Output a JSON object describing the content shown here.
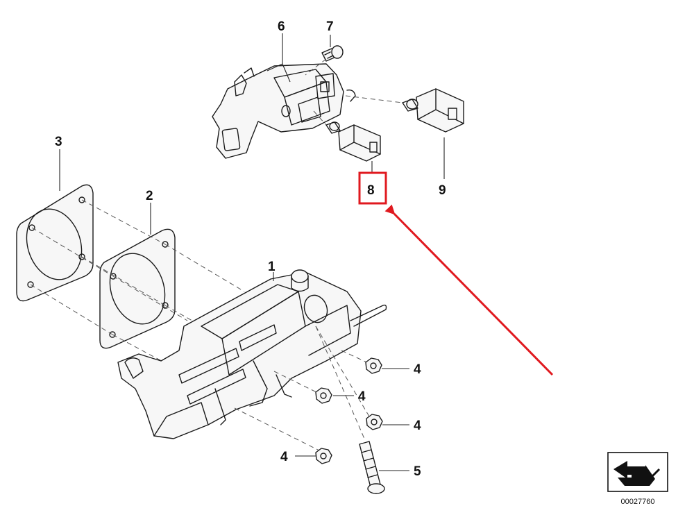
{
  "diagram": {
    "callouts": {
      "c1": "1",
      "c2": "2",
      "c3": "3",
      "c4a": "4",
      "c4b": "4",
      "c4c": "4",
      "c4d": "4",
      "c5": "5",
      "c6": "6",
      "c7": "7",
      "c8": "8",
      "c9": "9"
    },
    "reference_code": "00027760",
    "highlight": {
      "target": "8",
      "box_color": "#e0191f",
      "arrow_color": "#e0191f"
    },
    "icons": {
      "catalog_symbol": "angle-bracket-icon"
    }
  }
}
